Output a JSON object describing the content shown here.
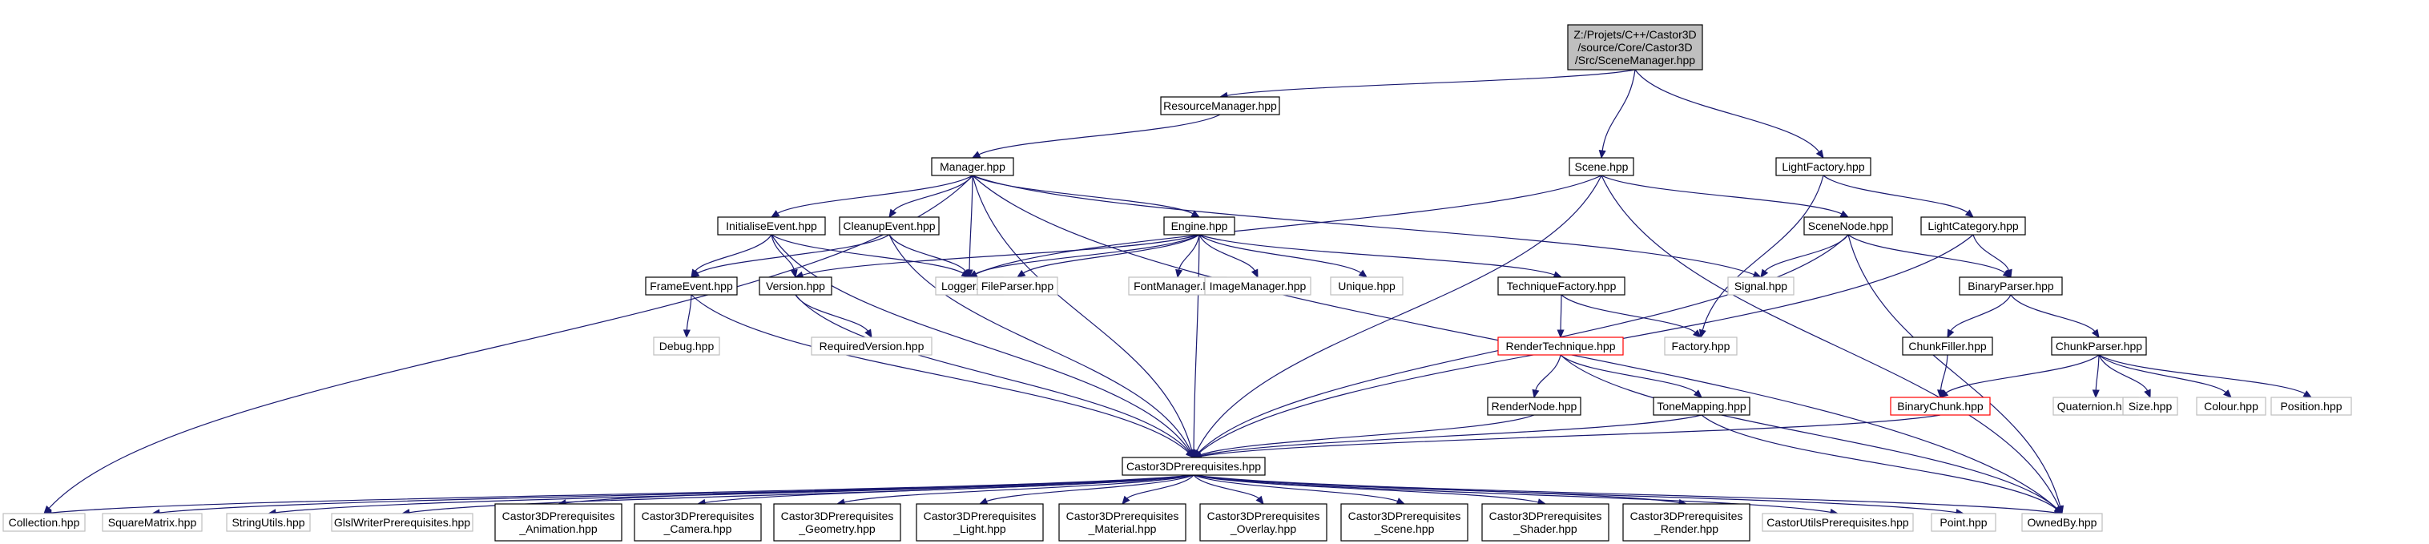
{
  "colors": {
    "edge": "#191970",
    "root_fill": "#bfbfbf",
    "box_stroke": "#000000",
    "external_stroke": "#bfbfbf",
    "truncated_stroke": "#ff0000",
    "text": "#000000",
    "external_text": "#404040"
  },
  "nodes": [
    {
      "id": "root",
      "lines": [
        "Z:/Projets/C++/Castor3D",
        "/source/Core/Castor3D",
        "/Src/SceneManager.hpp"
      ],
      "style": "root"
    },
    {
      "id": "resourcemanager",
      "lines": [
        "ResourceManager.hpp"
      ],
      "style": "normal"
    },
    {
      "id": "manager",
      "lines": [
        "Manager.hpp"
      ],
      "style": "normal"
    },
    {
      "id": "scene",
      "lines": [
        "Scene.hpp"
      ],
      "style": "normal"
    },
    {
      "id": "lightfactory",
      "lines": [
        "LightFactory.hpp"
      ],
      "style": "normal"
    },
    {
      "id": "initialiseevent",
      "lines": [
        "InitialiseEvent.hpp"
      ],
      "style": "normal"
    },
    {
      "id": "cleanupevent",
      "lines": [
        "CleanupEvent.hpp"
      ],
      "style": "normal"
    },
    {
      "id": "engine",
      "lines": [
        "Engine.hpp"
      ],
      "style": "normal"
    },
    {
      "id": "scenenode",
      "lines": [
        "SceneNode.hpp"
      ],
      "style": "normal"
    },
    {
      "id": "lightcategory",
      "lines": [
        "LightCategory.hpp"
      ],
      "style": "normal"
    },
    {
      "id": "frameevent",
      "lines": [
        "FrameEvent.hpp"
      ],
      "style": "normal"
    },
    {
      "id": "version",
      "lines": [
        "Version.hpp"
      ],
      "style": "normal"
    },
    {
      "id": "logger",
      "lines": [
        "Logger.hpp"
      ],
      "style": "external"
    },
    {
      "id": "fileparser",
      "lines": [
        "FileParser.hpp"
      ],
      "style": "external"
    },
    {
      "id": "fontmanager",
      "lines": [
        "FontManager.hpp"
      ],
      "style": "external"
    },
    {
      "id": "imagemanager",
      "lines": [
        "ImageManager.hpp"
      ],
      "style": "external"
    },
    {
      "id": "unique",
      "lines": [
        "Unique.hpp"
      ],
      "style": "external"
    },
    {
      "id": "techniquefactory",
      "lines": [
        "TechniqueFactory.hpp"
      ],
      "style": "normal"
    },
    {
      "id": "signal",
      "lines": [
        "Signal.hpp"
      ],
      "style": "external"
    },
    {
      "id": "binaryparser",
      "lines": [
        "BinaryParser.hpp"
      ],
      "style": "normal"
    },
    {
      "id": "debug",
      "lines": [
        "Debug.hpp"
      ],
      "style": "external"
    },
    {
      "id": "requiredversion",
      "lines": [
        "RequiredVersion.hpp"
      ],
      "style": "external"
    },
    {
      "id": "rendertechnique",
      "lines": [
        "RenderTechnique.hpp"
      ],
      "style": "truncated"
    },
    {
      "id": "factory",
      "lines": [
        "Factory.hpp"
      ],
      "style": "external"
    },
    {
      "id": "chunkfiller",
      "lines": [
        "ChunkFiller.hpp"
      ],
      "style": "normal"
    },
    {
      "id": "chunkparser",
      "lines": [
        "ChunkParser.hpp"
      ],
      "style": "normal"
    },
    {
      "id": "rendernode",
      "lines": [
        "RenderNode.hpp"
      ],
      "style": "normal"
    },
    {
      "id": "tonemapping",
      "lines": [
        "ToneMapping.hpp"
      ],
      "style": "normal"
    },
    {
      "id": "binarychunk",
      "lines": [
        "BinaryChunk.hpp"
      ],
      "style": "truncated"
    },
    {
      "id": "quaternion",
      "lines": [
        "Quaternion.hpp"
      ],
      "style": "external"
    },
    {
      "id": "size",
      "lines": [
        "Size.hpp"
      ],
      "style": "external"
    },
    {
      "id": "colour",
      "lines": [
        "Colour.hpp"
      ],
      "style": "external"
    },
    {
      "id": "position",
      "lines": [
        "Position.hpp"
      ],
      "style": "external"
    },
    {
      "id": "prereq",
      "lines": [
        "Castor3DPrerequisites.hpp"
      ],
      "style": "normal"
    },
    {
      "id": "collection",
      "lines": [
        "Collection.hpp"
      ],
      "style": "external"
    },
    {
      "id": "squarematrix",
      "lines": [
        "SquareMatrix.hpp"
      ],
      "style": "external"
    },
    {
      "id": "stringutils",
      "lines": [
        "StringUtils.hpp"
      ],
      "style": "external"
    },
    {
      "id": "glslwriter",
      "lines": [
        "GlslWriterPrerequisites.hpp"
      ],
      "style": "external"
    },
    {
      "id": "pre_animation",
      "lines": [
        "Castor3DPrerequisites",
        "_Animation.hpp"
      ],
      "style": "normal"
    },
    {
      "id": "pre_camera",
      "lines": [
        "Castor3DPrerequisites",
        "_Camera.hpp"
      ],
      "style": "normal"
    },
    {
      "id": "pre_geometry",
      "lines": [
        "Castor3DPrerequisites",
        "_Geometry.hpp"
      ],
      "style": "normal"
    },
    {
      "id": "pre_light",
      "lines": [
        "Castor3DPrerequisites",
        "_Light.hpp"
      ],
      "style": "normal"
    },
    {
      "id": "pre_material",
      "lines": [
        "Castor3DPrerequisites",
        "_Material.hpp"
      ],
      "style": "normal"
    },
    {
      "id": "pre_overlay",
      "lines": [
        "Castor3DPrerequisites",
        "_Overlay.hpp"
      ],
      "style": "normal"
    },
    {
      "id": "pre_scene",
      "lines": [
        "Castor3DPrerequisites",
        "_Scene.hpp"
      ],
      "style": "normal"
    },
    {
      "id": "pre_shader",
      "lines": [
        "Castor3DPrerequisites",
        "_Shader.hpp"
      ],
      "style": "normal"
    },
    {
      "id": "pre_render",
      "lines": [
        "Castor3DPrerequisites",
        "_Render.hpp"
      ],
      "style": "normal"
    },
    {
      "id": "castorutils",
      "lines": [
        "CastorUtilsPrerequisites.hpp"
      ],
      "style": "external"
    },
    {
      "id": "point",
      "lines": [
        "Point.hpp"
      ],
      "style": "external"
    },
    {
      "id": "ownedby",
      "lines": [
        "OwnedBy.hpp"
      ],
      "style": "external"
    }
  ],
  "edges": [
    [
      "root",
      "resourcemanager"
    ],
    [
      "root",
      "scene"
    ],
    [
      "root",
      "lightfactory"
    ],
    [
      "resourcemanager",
      "manager"
    ],
    [
      "manager",
      "initialiseevent"
    ],
    [
      "manager",
      "cleanupevent"
    ],
    [
      "manager",
      "engine"
    ],
    [
      "manager",
      "logger"
    ],
    [
      "manager",
      "prereq"
    ],
    [
      "manager",
      "collection"
    ],
    [
      "manager",
      "signal"
    ],
    [
      "manager",
      "ownedby"
    ],
    [
      "scene",
      "logger"
    ],
    [
      "scene",
      "scenenode"
    ],
    [
      "scene",
      "prereq"
    ],
    [
      "scene",
      "ownedby"
    ],
    [
      "lightfactory",
      "lightcategory"
    ],
    [
      "lightfactory",
      "factory"
    ],
    [
      "initialiseevent",
      "frameevent"
    ],
    [
      "initialiseevent",
      "version"
    ],
    [
      "initialiseevent",
      "logger"
    ],
    [
      "initialiseevent",
      "prereq"
    ],
    [
      "cleanupevent",
      "frameevent"
    ],
    [
      "cleanupevent",
      "logger"
    ],
    [
      "cleanupevent",
      "prereq"
    ],
    [
      "engine",
      "version"
    ],
    [
      "engine",
      "logger"
    ],
    [
      "engine",
      "fileparser"
    ],
    [
      "engine",
      "fontmanager"
    ],
    [
      "engine",
      "imagemanager"
    ],
    [
      "engine",
      "unique"
    ],
    [
      "engine",
      "techniquefactory"
    ],
    [
      "engine",
      "prereq"
    ],
    [
      "scenenode",
      "signal"
    ],
    [
      "scenenode",
      "binaryparser"
    ],
    [
      "scenenode",
      "prereq"
    ],
    [
      "scenenode",
      "ownedby"
    ],
    [
      "lightcategory",
      "binaryparser"
    ],
    [
      "lightcategory",
      "prereq"
    ],
    [
      "frameevent",
      "debug"
    ],
    [
      "frameevent",
      "prereq"
    ],
    [
      "version",
      "requiredversion"
    ],
    [
      "version",
      "prereq"
    ],
    [
      "techniquefactory",
      "rendertechnique"
    ],
    [
      "techniquefactory",
      "factory"
    ],
    [
      "binaryparser",
      "chunkfiller"
    ],
    [
      "binaryparser",
      "chunkparser"
    ],
    [
      "rendertechnique",
      "rendernode"
    ],
    [
      "rendertechnique",
      "tonemapping"
    ],
    [
      "rendertechnique",
      "ownedby"
    ],
    [
      "chunkfiller",
      "binarychunk"
    ],
    [
      "chunkparser",
      "binarychunk"
    ],
    [
      "chunkparser",
      "quaternion"
    ],
    [
      "chunkparser",
      "size"
    ],
    [
      "chunkparser",
      "colour"
    ],
    [
      "chunkparser",
      "position"
    ],
    [
      "rendernode",
      "prereq"
    ],
    [
      "tonemapping",
      "prereq"
    ],
    [
      "tonemapping",
      "ownedby"
    ],
    [
      "binarychunk",
      "prereq"
    ],
    [
      "prereq",
      "collection"
    ],
    [
      "prereq",
      "squarematrix"
    ],
    [
      "prereq",
      "stringutils"
    ],
    [
      "prereq",
      "glslwriter"
    ],
    [
      "prereq",
      "pre_animation"
    ],
    [
      "prereq",
      "pre_camera"
    ],
    [
      "prereq",
      "pre_geometry"
    ],
    [
      "prereq",
      "pre_light"
    ],
    [
      "prereq",
      "pre_material"
    ],
    [
      "prereq",
      "pre_overlay"
    ],
    [
      "prereq",
      "pre_scene"
    ],
    [
      "prereq",
      "pre_shader"
    ],
    [
      "prereq",
      "pre_render"
    ],
    [
      "prereq",
      "castorutils"
    ],
    [
      "prereq",
      "point"
    ],
    [
      "prereq",
      "ownedby"
    ]
  ]
}
